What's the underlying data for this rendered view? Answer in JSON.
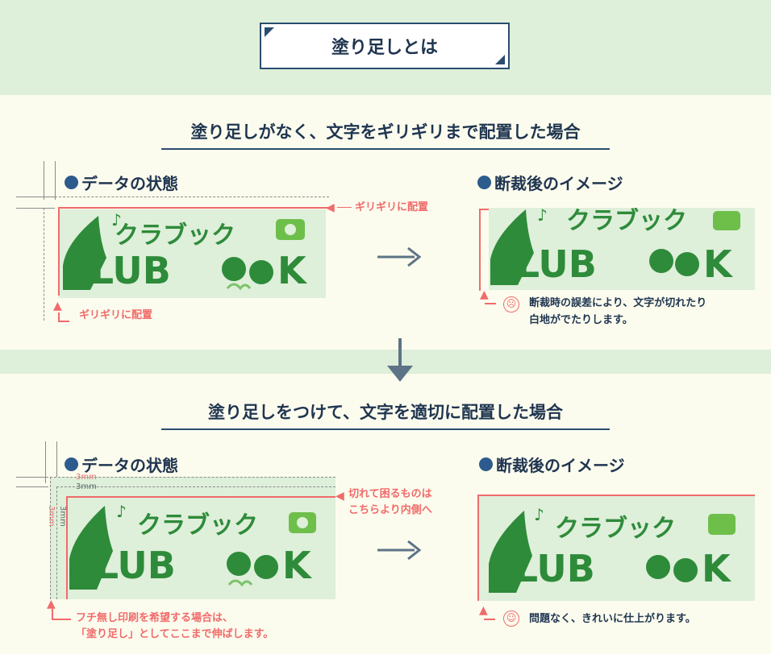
{
  "header": {
    "title": "塗り足しとは"
  },
  "section1": {
    "title": "塗り足しがなく、文字をギリギリまで配置した場合",
    "left_heading": "データの状態",
    "right_heading": "断裁後のイメージ",
    "callout_top": "ギリギリに配置",
    "callout_bottom": "ギリギリに配置",
    "result_line1": "断裁時の誤差により、文字が切れたり",
    "result_line2": "白地がでたりします。"
  },
  "section2": {
    "title": "塗り足しをつけて、文字を適切に配置した場合",
    "left_heading": "データの状態",
    "right_heading": "断裁後のイメージ",
    "bleed_label_a": "3mm",
    "bleed_label_b": "3mm",
    "bleed_label_c": "3mm",
    "bleed_label_d": "3mm",
    "callout_line1": "切れて困るものは",
    "callout_line2": "こちらより内側へ",
    "bottom_line1": "フチ無し印刷を希望する場合は、",
    "bottom_line2": "「塗り足し」としてここまで伸ばします。",
    "result": "問題なく、きれいに仕上がります。"
  },
  "logo": {
    "top": "クラブック",
    "bottom": "CLUB  K"
  },
  "colors": {
    "green": "#2e8b3a",
    "bg_band": "#deefda",
    "navy": "#1f3550",
    "red": "#f06b6b",
    "arrow": "#5d7486"
  }
}
